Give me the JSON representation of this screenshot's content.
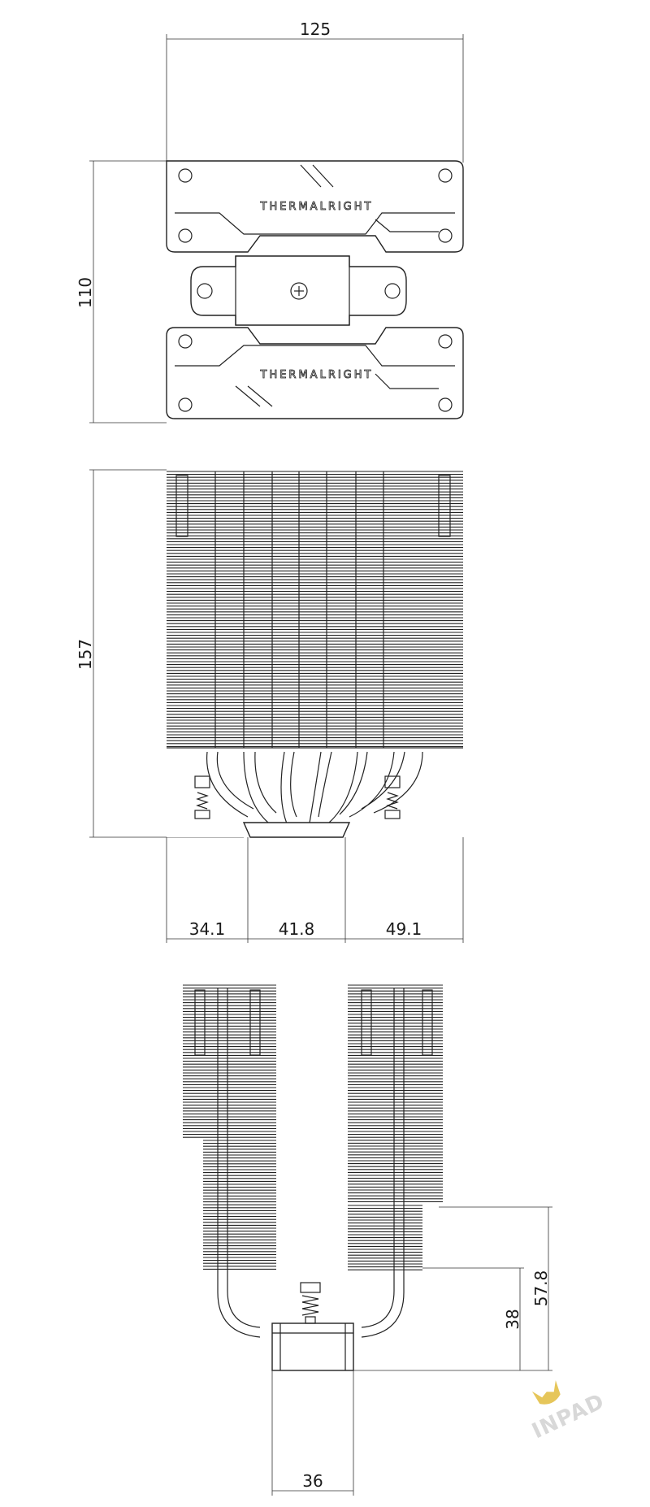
{
  "views": {
    "top": {
      "width_dim": "125",
      "depth_dim": "110",
      "brand_upper": "THERMALRIGHT",
      "brand_lower": "THERMALRIGHT"
    },
    "front": {
      "height_dim": "157",
      "offset_left": "34.1",
      "offset_mid": "41.8",
      "offset_right": "49.1"
    },
    "side": {
      "clearance_total": "57.8",
      "clearance_lower": "38",
      "base_width": "36"
    }
  },
  "watermark": {
    "text": "INPAD",
    "color": "#e6c65a"
  }
}
